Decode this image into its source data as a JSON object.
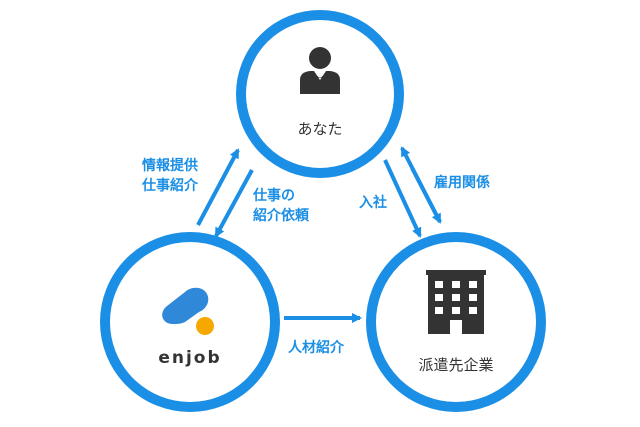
{
  "nodes": {
    "you": {
      "label": "あなた",
      "icon": "person-icon"
    },
    "enjob": {
      "label": "enjob",
      "icon": "enjob-logo"
    },
    "dispatch": {
      "label": "派遣先企業",
      "icon": "building-icon"
    }
  },
  "edges": {
    "enjob_to_you": {
      "line1": "情報提供",
      "line2": "仕事紹介"
    },
    "you_to_enjob": {
      "line1": "仕事の",
      "line2": "紹介依頼"
    },
    "you_to_dispatch": {
      "label": "入社"
    },
    "dispatch_to_you": {
      "label": "雇用関係"
    },
    "enjob_to_dispatch": {
      "label": "人材紹介"
    }
  },
  "colors": {
    "accent": "#1b8fe6",
    "logo_blue": "#2f88d8",
    "logo_orange": "#f6a800",
    "icon": "#333333"
  }
}
